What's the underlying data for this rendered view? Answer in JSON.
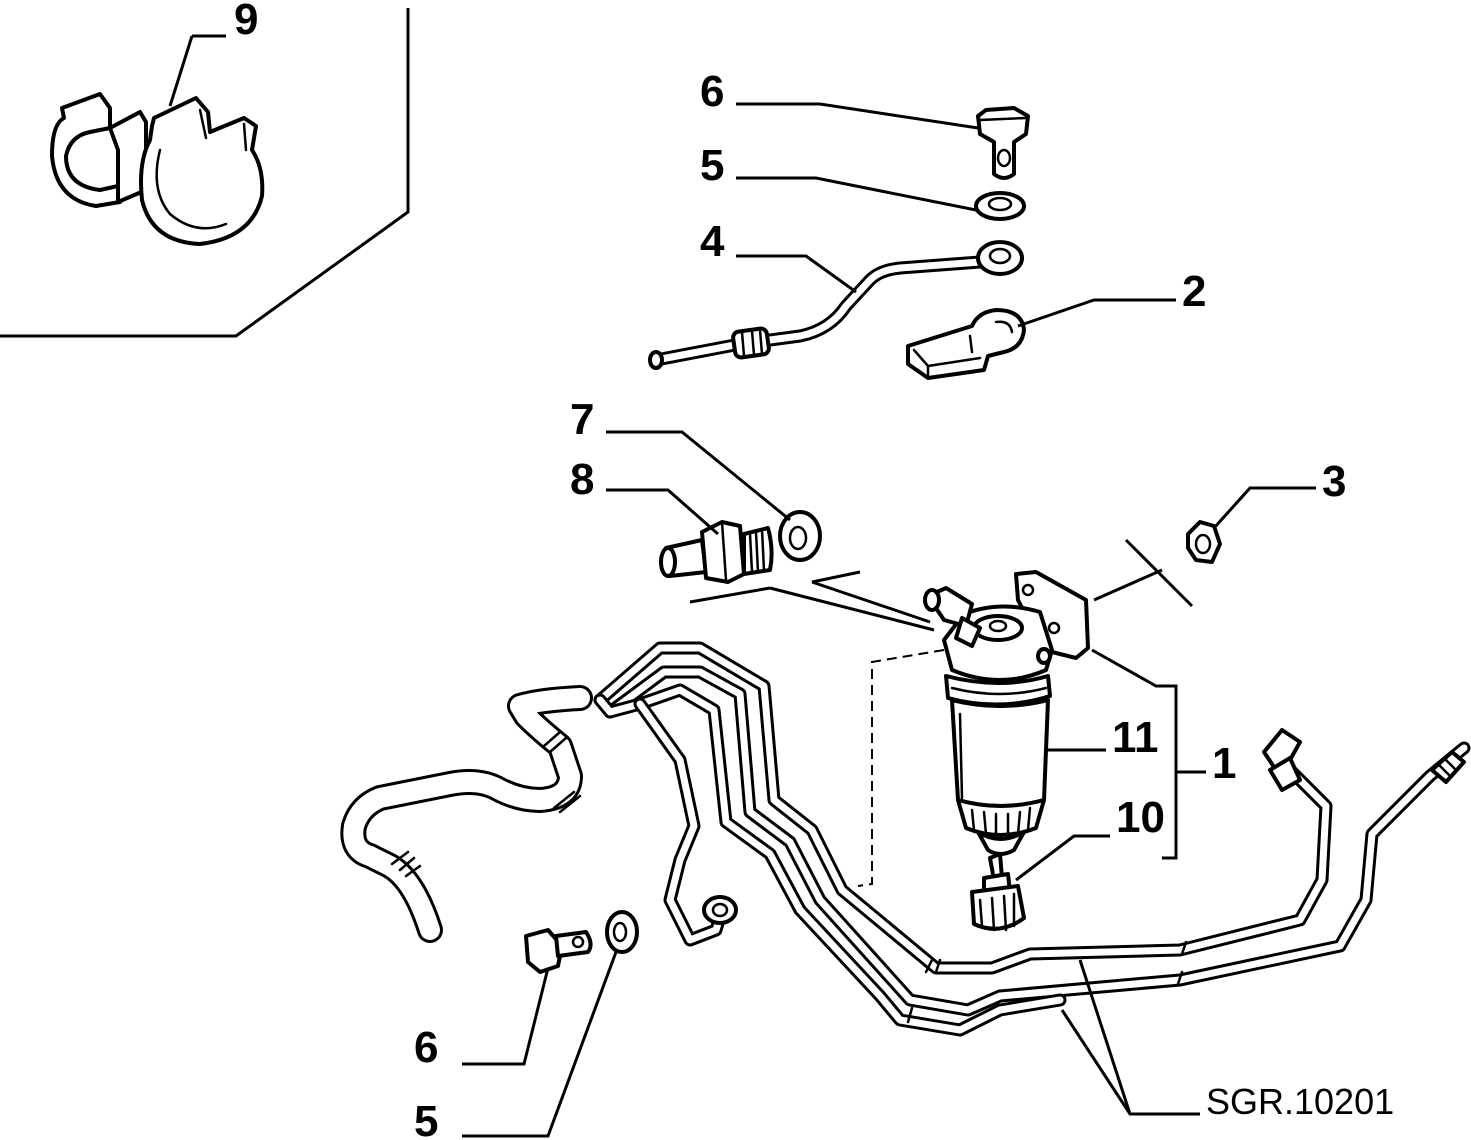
{
  "diagram": {
    "drawing_code": "SGR.10201",
    "labels": {
      "clip_pair": "9",
      "banjo_bolt_top": "6",
      "washer_top": "5",
      "fuel_pipe": "4",
      "bracket": "2",
      "washer_fitting": "7",
      "union_fitting": "8",
      "nut": "3",
      "filter_assembly": "1",
      "filter_cartridge": "11",
      "drain_valve": "10",
      "banjo_bolt_bottom": "6",
      "washer_bottom": "5"
    }
  }
}
